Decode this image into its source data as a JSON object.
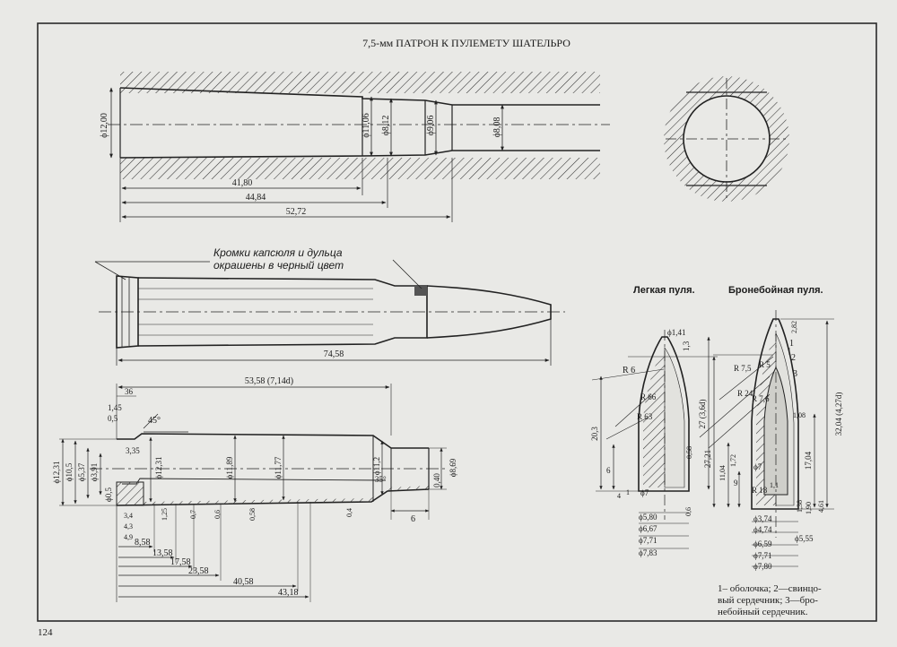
{
  "page": {
    "title": "7,5-мм ПАТРОН К ПУЛЕМЕТУ ШАТЕЛЬРО",
    "page_number": "124",
    "caption": "1– оболочка; 2—свинцо-\nвый сердечник; 3—бро-\nнебойный сердечник."
  },
  "chamber_view": {
    "diameters": [
      "ϕ12,00",
      "ϕ11,06",
      "ϕ8,12",
      "ϕ9,06",
      "ϕ8,08"
    ],
    "lengths": [
      "41,80",
      "44,84",
      "52,72"
    ]
  },
  "cartridge_view": {
    "note_line1": "Кромки капсюля и дульца",
    "note_line2": "окрашены в черный цвет",
    "overall_length": "74,58"
  },
  "case_view": {
    "top_length": "53,58 (7,14d)",
    "top_dims": [
      "36",
      "1,45",
      "0,5",
      "45°"
    ],
    "left_diameters": [
      "ϕ12,31",
      "ϕ10,5",
      "ϕ5,37",
      "ϕ3,91",
      "ϕ0,5"
    ],
    "inner_labels": [
      "3,35",
      "ϕ12,31",
      "ϕ11,89",
      "ϕ11,77",
      "ϕ11,2",
      "ϕ8,69",
      "0,40",
      "35°"
    ],
    "wall_thickness": [
      "1,25",
      "0,7",
      "0,6",
      "0,58",
      "0,4"
    ],
    "bottom_small": [
      "3,4",
      "4,3",
      "4,9"
    ],
    "bottom_lengths": [
      "8,58",
      "13,58",
      "17,58",
      "23,58",
      "40,58",
      "43,18"
    ],
    "neck_length": "6"
  },
  "light_bullet": {
    "title": "Легкая пуля.",
    "labels": [
      "ϕ1,41",
      "1,3",
      "R 6",
      "R 66",
      "R 63",
      "20,3",
      "27 (3,6d)",
      "6",
      "4",
      "1",
      "ϕ7",
      "0,58",
      "0,6"
    ],
    "diameters": [
      "ϕ5,80",
      "ϕ6,67",
      "ϕ7,71",
      "ϕ7,83"
    ]
  },
  "ap_bullet": {
    "title": "Бронебойная пуля.",
    "labels": [
      "2,82",
      "1",
      "2",
      "3",
      "R 7,5",
      "R 5",
      "R 24",
      "R 7,6",
      "1,08",
      "32,04 (4,27d)",
      "17,04",
      "27,21",
      "11,04",
      "1,72",
      "9",
      "ϕ7",
      "R 18",
      "1,1",
      "1,38",
      "1,90",
      "4,61"
    ],
    "diameters": [
      "ϕ3,74",
      "ϕ4,74",
      "ϕ5,55",
      "ϕ6,59",
      "ϕ7,71",
      "ϕ7,80"
    ]
  }
}
